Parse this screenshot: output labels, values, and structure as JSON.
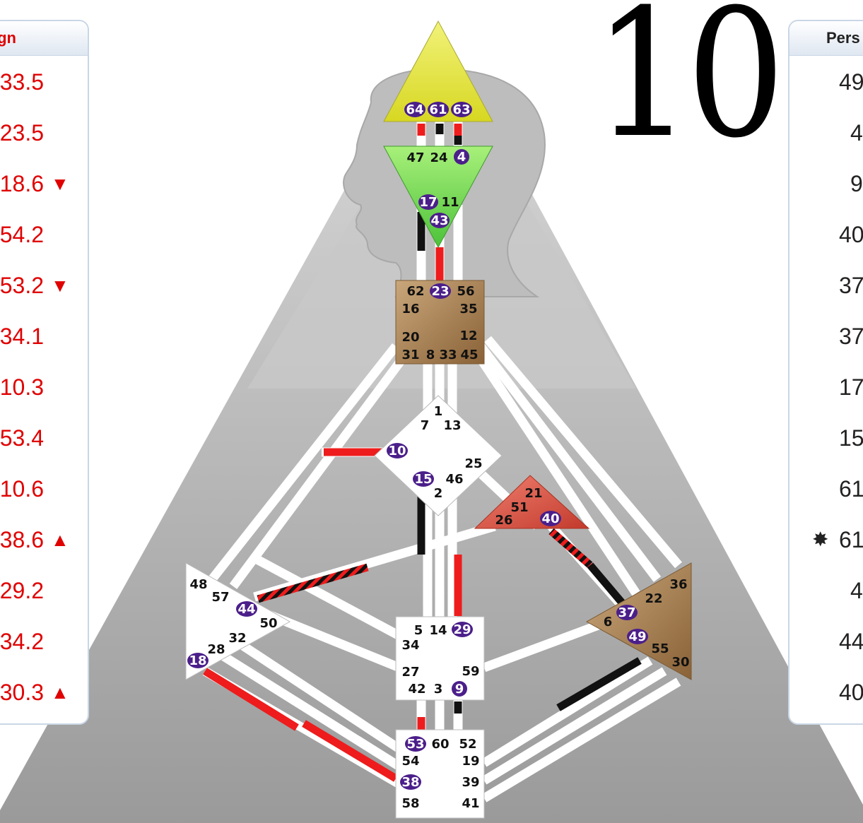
{
  "handwritten_number": "10",
  "design_panel": {
    "header": "ign",
    "rows": [
      {
        "value": "33.5",
        "marker": ""
      },
      {
        "value": "23.5",
        "marker": ""
      },
      {
        "value": "18.6",
        "marker": "▼"
      },
      {
        "value": "54.2",
        "marker": ""
      },
      {
        "value": "53.2",
        "marker": "▼"
      },
      {
        "value": "34.1",
        "marker": ""
      },
      {
        "value": "10.3",
        "marker": ""
      },
      {
        "value": "53.4",
        "marker": ""
      },
      {
        "value": "10.6",
        "marker": ""
      },
      {
        "value": "38.6",
        "marker": "▲"
      },
      {
        "value": "29.2",
        "marker": ""
      },
      {
        "value": "34.2",
        "marker": ""
      },
      {
        "value": "30.3",
        "marker": "▲"
      }
    ]
  },
  "personality_panel": {
    "header": "Pers",
    "rows": [
      {
        "value": "49",
        "marker": ""
      },
      {
        "value": "4",
        "marker": ""
      },
      {
        "value": "9",
        "marker": ""
      },
      {
        "value": "40",
        "marker": ""
      },
      {
        "value": "37",
        "marker": ""
      },
      {
        "value": "37",
        "marker": ""
      },
      {
        "value": "17",
        "marker": ""
      },
      {
        "value": "15",
        "marker": ""
      },
      {
        "value": "61",
        "marker": ""
      },
      {
        "value": "61",
        "marker": "✸"
      },
      {
        "value": "4",
        "marker": ""
      },
      {
        "value": "44",
        "marker": ""
      },
      {
        "value": "40",
        "marker": ""
      }
    ]
  },
  "colors": {
    "head": "#e8e83c",
    "ajna": "#7ed957",
    "throat": "#a07a4a",
    "g_center": "#ffffff",
    "heart": "#d9574a",
    "spleen": "#ffffff",
    "solar_plexus": "#a07a4a",
    "sacral": "#ffffff",
    "root": "#ffffff",
    "activated_gate": "#4b1f8a",
    "design_red": "#ee1c1c",
    "personality_black": "#111111"
  },
  "gates": {
    "head": [
      "64",
      "61",
      "63"
    ],
    "ajna": [
      "47",
      "24",
      "4",
      "17",
      "11",
      "43"
    ],
    "throat": [
      "62",
      "23",
      "56",
      "16",
      "35",
      "20",
      "12",
      "31",
      "8",
      "33",
      "45"
    ],
    "g": [
      "1",
      "7",
      "13",
      "10",
      "25",
      "15",
      "46",
      "2"
    ],
    "heart": [
      "21",
      "51",
      "26",
      "40"
    ],
    "spleen": [
      "48",
      "57",
      "44",
      "50",
      "32",
      "28",
      "18"
    ],
    "solar": [
      "36",
      "22",
      "6",
      "37",
      "49",
      "55",
      "30"
    ],
    "sacral": [
      "5",
      "14",
      "29",
      "34",
      "27",
      "59",
      "42",
      "3",
      "9"
    ],
    "root": [
      "53",
      "60",
      "52",
      "54",
      "19",
      "38",
      "39",
      "58",
      "41"
    ]
  }
}
